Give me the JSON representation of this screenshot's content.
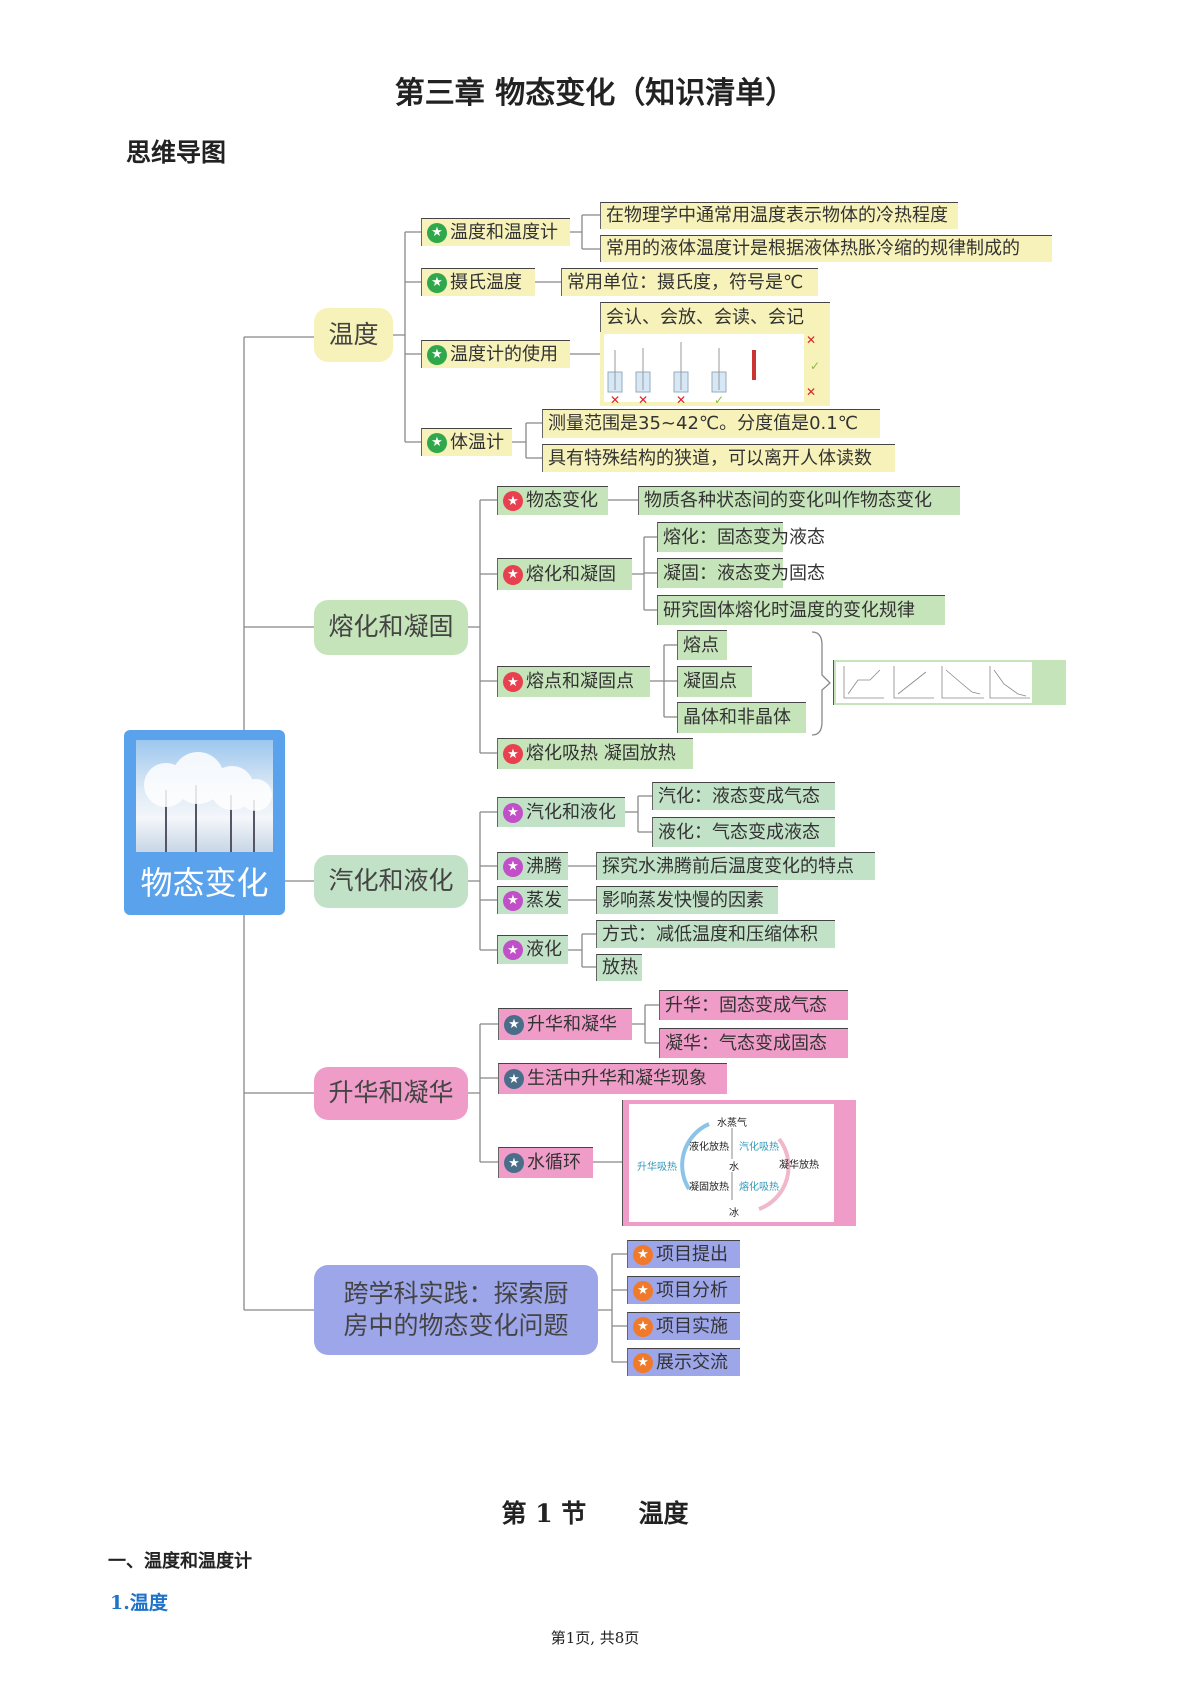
{
  "title": "第三章  物态变化（知识清单）",
  "section_mindmap": "思维导图",
  "root": {
    "label": "物态变化"
  },
  "colors": {
    "yellow": "#f7f2b9",
    "green": "#c6e4b9",
    "pink": "#ef9cc8",
    "blue": "#9ea6ea",
    "root": "#5aa2ec"
  },
  "branches": {
    "temperature": {
      "label": "温度",
      "items": [
        {
          "label": "温度和温度计",
          "leaves": [
            "在物理学中通常用温度表示物体的冷热程度",
            "常用的液体温度计是根据液体热胀冷缩的规律制成的"
          ]
        },
        {
          "label": "摄氏温度",
          "leaves": [
            "常用单位：摄氏度，符号是℃"
          ]
        },
        {
          "label": "温度计的使用",
          "leaves": [
            "会认、会放、会读、会记"
          ]
        },
        {
          "label": "体温计",
          "leaves": [
            "测量范围是35~42℃。分度值是0.1℃",
            "具有特殊结构的狭道，可以离开人体读数"
          ]
        }
      ]
    },
    "melting": {
      "label": "熔化和凝固",
      "items": [
        {
          "label": "物态变化",
          "leaves": [
            "物质各种状态间的变化叫作物态变化"
          ]
        },
        {
          "label": "熔化和凝固",
          "leaves": [
            "熔化：固态变为液态",
            "凝固：液态变为固态",
            "研究固体熔化时温度的变化规律"
          ]
        },
        {
          "label": "熔点和凝固点",
          "leaves": [
            "熔点",
            "凝固点",
            "晶体和非晶体"
          ]
        },
        {
          "label": "熔化吸热 凝固放热"
        }
      ]
    },
    "vaporization": {
      "label": "汽化和液化",
      "items": [
        {
          "label": "汽化和液化",
          "leaves": [
            "汽化：液态变成气态",
            "液化：气态变成液态"
          ]
        },
        {
          "label": "沸腾",
          "leaves": [
            "探究水沸腾前后温度变化的特点"
          ]
        },
        {
          "label": "蒸发",
          "leaves": [
            "影响蒸发快慢的因素"
          ]
        },
        {
          "label": "液化",
          "leaves": [
            "方式：减低温度和压缩体积",
            "放热"
          ]
        }
      ]
    },
    "sublimation": {
      "label": "升华和凝华",
      "items": [
        {
          "label": "升华和凝华",
          "leaves": [
            "升华：固态变成气态",
            "凝华：气态变成固态"
          ]
        },
        {
          "label": "生活中升华和凝华现象"
        },
        {
          "label": "水循环"
        }
      ],
      "water_cycle": {
        "vapor": "水蒸气",
        "water": "水",
        "ice": "冰",
        "liquefy": "液化放热",
        "vaporize": "汽化吸热",
        "sublimate": "升华吸热",
        "deposit": "凝华放热",
        "freeze": "凝固放热",
        "melt": "熔化吸热"
      }
    },
    "practice": {
      "label": "跨学科实践：探索厨房中的物态变化问题",
      "items": [
        {
          "label": "项目提出"
        },
        {
          "label": "项目分析"
        },
        {
          "label": "项目实施"
        },
        {
          "label": "展示交流"
        }
      ]
    }
  },
  "section1": {
    "title": "第 1 节      温度",
    "heading": "一、温度和温度计",
    "subheading": "1.温度"
  },
  "footer": "第1页, 共8页"
}
